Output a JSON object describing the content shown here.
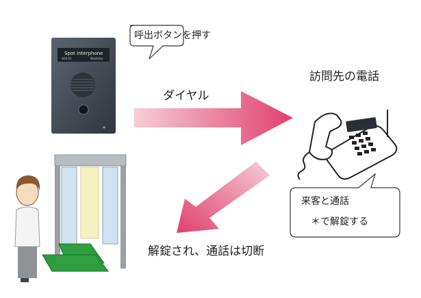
{
  "device": {
    "brand": "Spot Interphone",
    "model": "SOS-01",
    "maker": "Mashirito"
  },
  "bubble_press": {
    "text": "呼出ボタンを押す"
  },
  "label_dial": "ダイヤル",
  "label_destination": "訪問先の電話",
  "bubble_call": {
    "line1": "来客と通話",
    "line2": "＊で解錠する"
  },
  "label_unlock": "解錠され、通話は切断",
  "colors": {
    "arrow_light": "#f3c3d0",
    "arrow_dark": "#e0406e",
    "panel": "#3d4650",
    "mat": "#2e9e3e",
    "frame": "#9aa0a6",
    "glass": "#cfe3f3",
    "glass_center": "#f4f2c0"
  }
}
